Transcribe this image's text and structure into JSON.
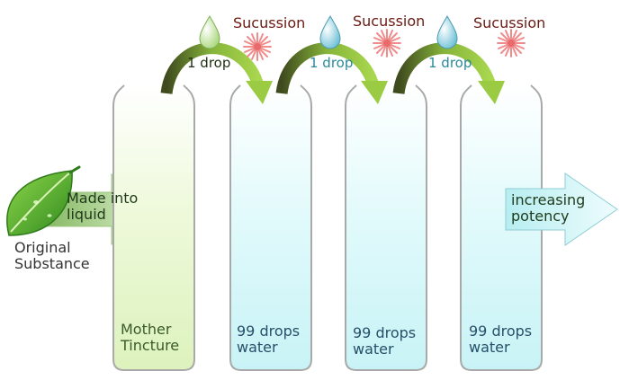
{
  "original_substance": {
    "line1": "Original",
    "line2": "Substance"
  },
  "made_into_liquid": {
    "line1": "Made into",
    "line2": "liquid"
  },
  "increasing_potency": {
    "line1": "increasing",
    "line2": "potency"
  },
  "tubes": [
    {
      "line1": "Mother",
      "line2": "Tincture"
    },
    {
      "line1": "99 drops",
      "line2": "water"
    },
    {
      "line1": "99 drops",
      "line2": "water"
    },
    {
      "line1": "99 drops",
      "line2": "water"
    }
  ],
  "transfers": [
    {
      "drop_label": "1 drop",
      "succussion_label": "Sucussion",
      "drop_label_color": "#1f2f12"
    },
    {
      "drop_label": "1 drop",
      "succussion_label": "Sucussion",
      "drop_label_color": "#2a8a9a"
    },
    {
      "drop_label": "1 drop",
      "succussion_label": "Sucussion",
      "drop_label_color": "#2a8a9a"
    }
  ],
  "colors": {
    "tincture_fill": "#e9f7cf",
    "water_fill": "#d8f8fa",
    "tube_stroke": "#a9a9a9",
    "curve_arrow": "#8fc33f",
    "side_arrow": "#bfe3a5",
    "potency_arrow": "#c9f3f5",
    "starburst": "#f08c8c",
    "leaf": "#5ab030"
  }
}
